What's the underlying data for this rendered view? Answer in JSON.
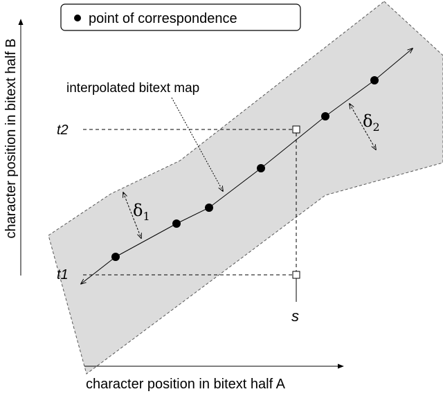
{
  "legend": {
    "marker": "filled-circle",
    "text": "point of correspondence"
  },
  "annotation": {
    "text": "interpolated bitext map"
  },
  "axes": {
    "x_label": "character position in bitext half A",
    "y_label": "character position in bitext half B"
  },
  "markers": {
    "t2": "t2",
    "t1": "t1",
    "s": "s"
  },
  "deltas": {
    "d1": {
      "symbol": "δ",
      "sub": "1"
    },
    "d2": {
      "symbol": "δ",
      "sub": "2"
    }
  },
  "colors": {
    "band": "#dcdcdc",
    "ink": "#000000",
    "legend_bg": "#ffffff"
  }
}
